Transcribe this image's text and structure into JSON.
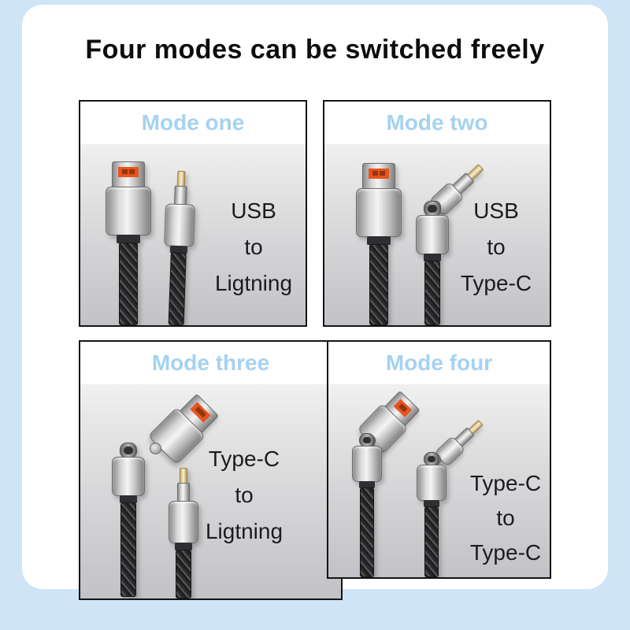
{
  "page": {
    "title": "Four modes can be switched freely",
    "background_color": "#cfe4f6",
    "card_color": "#ffffff",
    "accent_color": "#a5d2f1",
    "panel_border_color": "#141414",
    "body_text_color": "#1c1c1e",
    "usb_tab_color": "#e8541d"
  },
  "modes": [
    {
      "label": "Mode one",
      "from": "USB",
      "mid": "to",
      "to": "Ligtning",
      "connector_icons": [
        "usb-a-connector-icon",
        "lightning-connector-icon"
      ]
    },
    {
      "label": "Mode two",
      "from": "USB",
      "mid": "to",
      "to": "Type-C",
      "connector_icons": [
        "usb-a-connector-icon",
        "usb-c-connector-icon",
        "lightning-connector-folded-icon"
      ]
    },
    {
      "label": "Mode three",
      "from": "Type-C",
      "mid": "to",
      "to": "Ligtning",
      "connector_icons": [
        "usb-c-connector-icon",
        "usb-a-connector-folded-icon",
        "lightning-connector-icon"
      ]
    },
    {
      "label": "Mode four",
      "from": "Type-C",
      "mid": "to",
      "to": "Type-C",
      "connector_icons": [
        "usb-c-connector-icon",
        "usb-a-connector-folded-icon",
        "usb-c-connector-icon",
        "lightning-connector-folded-icon"
      ]
    }
  ]
}
